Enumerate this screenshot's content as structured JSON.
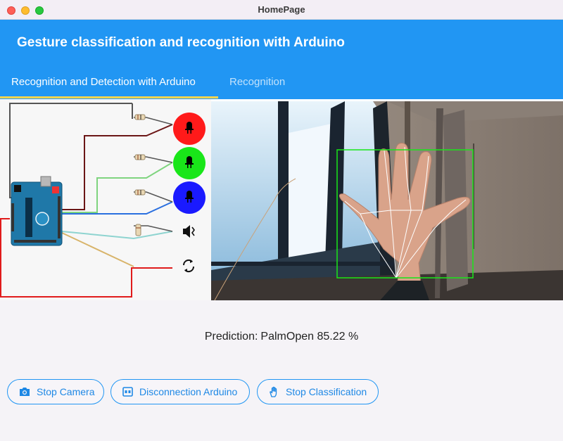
{
  "window": {
    "title": "HomePage"
  },
  "appbar": {
    "title": "Gesture classification and recognition with Arduino"
  },
  "tabs": [
    {
      "label": "Recognition and Detection with Arduino",
      "active": true
    },
    {
      "label": "Recognition",
      "active": false
    }
  ],
  "diagram": {
    "leds": [
      {
        "color": "#ff1a1a",
        "name": "red"
      },
      {
        "color": "#19e619",
        "name": "green"
      },
      {
        "color": "#1a1aff",
        "name": "blue"
      }
    ],
    "icons": [
      "led-bulb-icon",
      "speaker-icon",
      "rotate-icon"
    ]
  },
  "prediction": {
    "label": "Prediction:",
    "value": "PalmOpen 85.22 %"
  },
  "buttons": {
    "stop_camera": "Stop Camera",
    "disconnect_arduino": "Disconnection Arduino",
    "stop_classification": "Stop Classification"
  },
  "colors": {
    "primary": "#2196f3",
    "tab_indicator": "#ffd54f",
    "detection_box": "#19e619"
  }
}
